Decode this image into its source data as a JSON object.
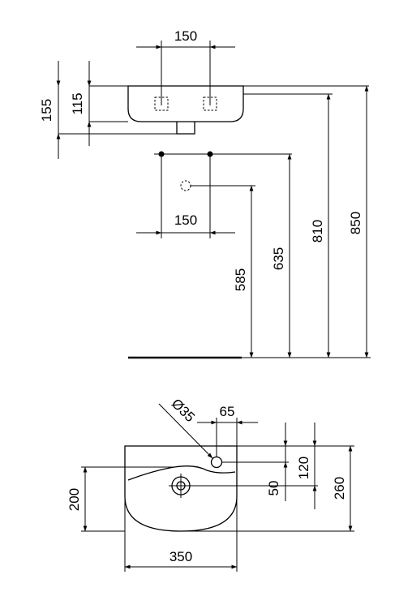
{
  "top_view": {
    "tap_spacing": "150",
    "height_155": "155",
    "height_115": "115",
    "supply_spacing": "150",
    "waste_height": "585",
    "supply_height": "635",
    "basin_height": "810",
    "overall_height": "850"
  },
  "plan_view": {
    "overflow_diameter": "Ø35",
    "overflow_offset": "65",
    "depth": "200",
    "tap_to_waste": "50",
    "tap_setback": "120",
    "projection": "260",
    "width": "350"
  }
}
